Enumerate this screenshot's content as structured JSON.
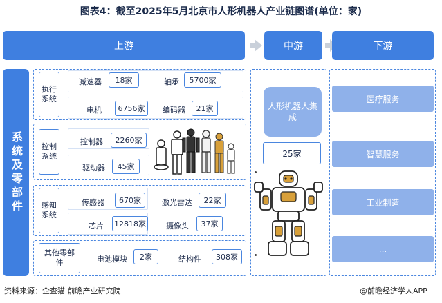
{
  "title": "图表4：截至2025年5月北京市人形机器人产业链图谱(单位：家)",
  "headers": {
    "upstream": "上游",
    "midstream": "中游",
    "downstream": "下游"
  },
  "side_label": "系统及零部件",
  "groups": {
    "actuator": {
      "label": "执行系统",
      "items": [
        {
          "name": "减速器",
          "count": "18家"
        },
        {
          "name": "轴承",
          "count": "5700家"
        },
        {
          "name": "电机",
          "count": "6756家"
        },
        {
          "name": "编码器",
          "count": "21家"
        }
      ]
    },
    "control": {
      "label": "控制系统",
      "items": [
        {
          "name": "控制器",
          "count": "2260家"
        },
        {
          "name": "驱动器",
          "count": "45家"
        }
      ]
    },
    "sensing": {
      "label": "感知系统",
      "items": [
        {
          "name": "传感器",
          "count": "670家"
        },
        {
          "name": "激光雷达",
          "count": "22家"
        },
        {
          "name": "芯片",
          "count": "12818家"
        },
        {
          "name": "摄像头",
          "count": "37家"
        }
      ]
    },
    "other": {
      "label": "其他零部件",
      "items": [
        {
          "name": "电池模块",
          "count": "2家"
        },
        {
          "name": "结构件",
          "count": "308家"
        }
      ]
    }
  },
  "midstream": {
    "label": "人形机器人集成",
    "count": "25家"
  },
  "downstream": {
    "items": [
      "医疗服务",
      "智慧服务",
      "工业制造",
      "..."
    ]
  },
  "footer": {
    "source": "资料来源：企查猫 前瞻产业研究院",
    "brand": "@前瞻经济学人APP"
  },
  "colors": {
    "primary": "#3f7fe0",
    "light": "#8fb1ea",
    "border": "#4a86df",
    "arrow": "#c9d0da"
  }
}
